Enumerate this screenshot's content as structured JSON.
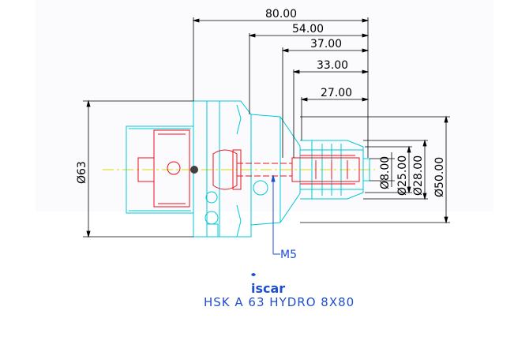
{
  "drawing": {
    "length_dims": [
      "80.00",
      "54.00",
      "37.00",
      "33.00",
      "27.00"
    ],
    "diameter_dims": [
      "Ø8.00",
      "Ø25.00",
      "Ø28.00",
      "Ø50.00"
    ],
    "left_diameter": "Ø63",
    "thread_callout": "M5",
    "logo_text": "iscar",
    "caption": "HSK A 63 HYDRO 8X80"
  },
  "colors": {
    "outline": "#00c8d8",
    "internal": "#e8101a",
    "dimension": "#000000",
    "annotation": "#1f4fd1",
    "centerline": "#d9d900",
    "background": "#ffffff"
  }
}
